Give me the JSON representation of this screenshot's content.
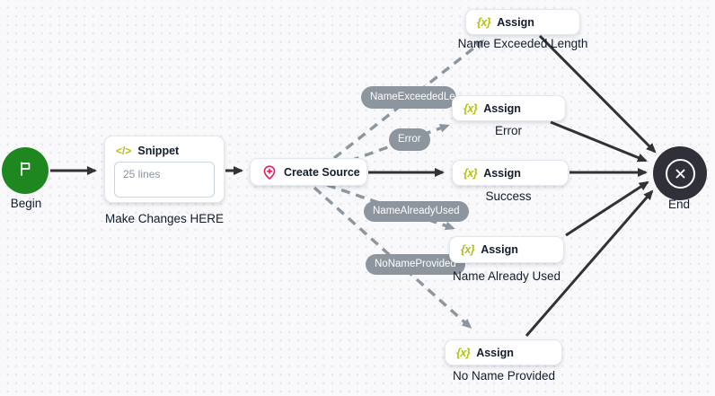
{
  "flow": {
    "begin": {
      "label": "Begin"
    },
    "snippet": {
      "icon": "</>",
      "title": "Snippet",
      "body": "25 lines",
      "caption": "Make Changes HERE"
    },
    "create_source": {
      "title": "Create Source"
    },
    "assigns": [
      {
        "icon": "{x}",
        "title": "Assign",
        "caption": "Name Exceeded Length"
      },
      {
        "icon": "{x}",
        "title": "Assign",
        "caption": "Error"
      },
      {
        "icon": "{x}",
        "title": "Assign",
        "caption": "Success"
      },
      {
        "icon": "{x}",
        "title": "Assign",
        "caption": "Name Already Used"
      },
      {
        "icon": "{x}",
        "title": "Assign",
        "caption": "No Name Provided"
      }
    ],
    "end": {
      "label": "End"
    },
    "transitions": [
      {
        "label": "NameExceededLength"
      },
      {
        "label": "Error"
      },
      {
        "label": "NameAlreadyUsed"
      },
      {
        "label": "NoNameProvided"
      }
    ]
  },
  "colors": {
    "begin_green": "#1e8720",
    "accent_yellow": "#b3bf17",
    "pin_pink": "#e61c5c",
    "edge_dark": "#303236",
    "edge_gray": "#8d969f",
    "text_dark": "#121c2d",
    "canvas_bg": "#f9f9fb"
  }
}
